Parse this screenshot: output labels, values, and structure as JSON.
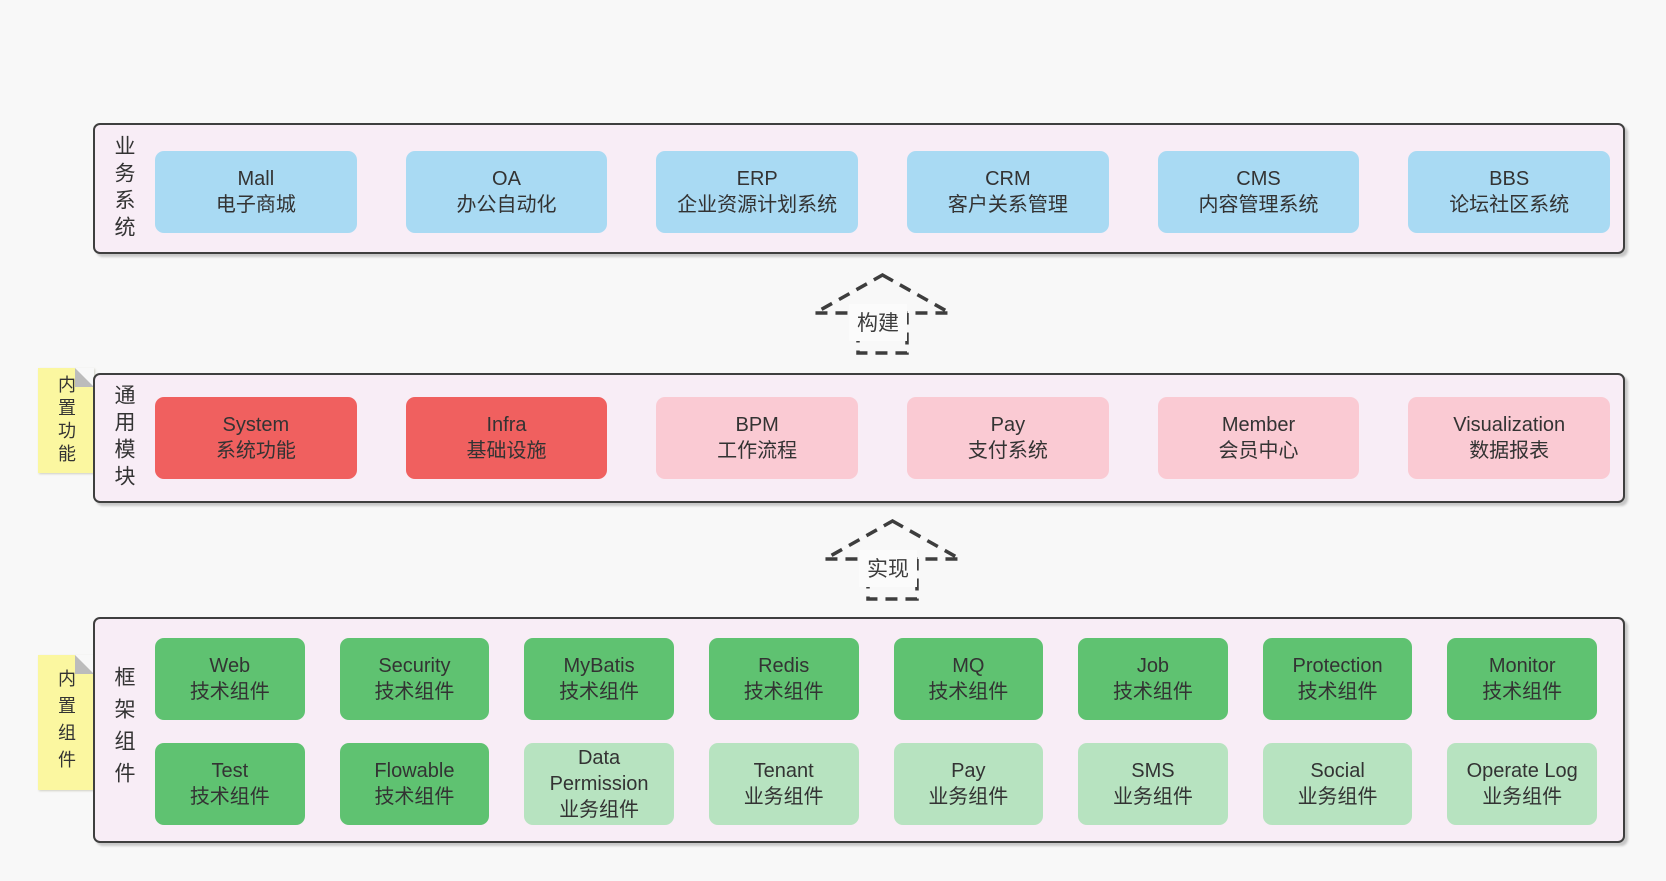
{
  "colors": {
    "page_bg": "#f8f8f8",
    "container_bg": "#f8edf6",
    "container_border": "#3f3f3f",
    "box_blue": "#a9daf3",
    "box_red": "#f0605f",
    "box_pink": "#facad3",
    "box_green": "#5fc271",
    "box_light_green": "#b7e3c0",
    "sticky_yellow": "#fbf7a0",
    "sticky_fold": "#bcbcbc",
    "dash_stroke": "#3d3d3d",
    "text": "#333333"
  },
  "arrows": [
    {
      "label": "构建"
    },
    {
      "label": "实现"
    }
  ],
  "layers": {
    "business": {
      "label": "业务系统",
      "items": [
        {
          "title": "Mall",
          "subtitle": "电子商城"
        },
        {
          "title": "OA",
          "subtitle": "办公自动化"
        },
        {
          "title": "ERP",
          "subtitle": "企业资源计划系统"
        },
        {
          "title": "CRM",
          "subtitle": "客户关系管理"
        },
        {
          "title": "CMS",
          "subtitle": "内容管理系统"
        },
        {
          "title": "BBS",
          "subtitle": "论坛社区系统"
        }
      ]
    },
    "modules": {
      "label": "通用模块",
      "sticky_note": "内置功能",
      "items": [
        {
          "title": "System",
          "subtitle": "系统功能"
        },
        {
          "title": "Infra",
          "subtitle": "基础设施"
        },
        {
          "title": "BPM",
          "subtitle": "工作流程"
        },
        {
          "title": "Pay",
          "subtitle": "支付系统"
        },
        {
          "title": "Member",
          "subtitle": "会员中心"
        },
        {
          "title": "Visualization",
          "subtitle": "数据报表"
        }
      ]
    },
    "framework": {
      "label": "框架组件",
      "sticky_note": "内置组件",
      "row1": [
        {
          "title": "Web",
          "subtitle": "技术组件"
        },
        {
          "title": "Security",
          "subtitle": "技术组件"
        },
        {
          "title": "MyBatis",
          "subtitle": "技术组件"
        },
        {
          "title": "Redis",
          "subtitle": "技术组件"
        },
        {
          "title": "MQ",
          "subtitle": "技术组件"
        },
        {
          "title": "Job",
          "subtitle": "技术组件"
        },
        {
          "title": "Protection",
          "subtitle": "技术组件"
        },
        {
          "title": "Monitor",
          "subtitle": "技术组件"
        }
      ],
      "row2": [
        {
          "title": "Test",
          "subtitle": "技术组件"
        },
        {
          "title": "Flowable",
          "subtitle": "技术组件"
        },
        {
          "title": "Data Permission",
          "subtitle": "业务组件"
        },
        {
          "title": "Tenant",
          "subtitle": "业务组件"
        },
        {
          "title": "Pay",
          "subtitle": "业务组件"
        },
        {
          "title": "SMS",
          "subtitle": "业务组件"
        },
        {
          "title": "Social",
          "subtitle": "业务组件"
        },
        {
          "title": "Operate Log",
          "subtitle": "业务组件"
        }
      ]
    }
  }
}
